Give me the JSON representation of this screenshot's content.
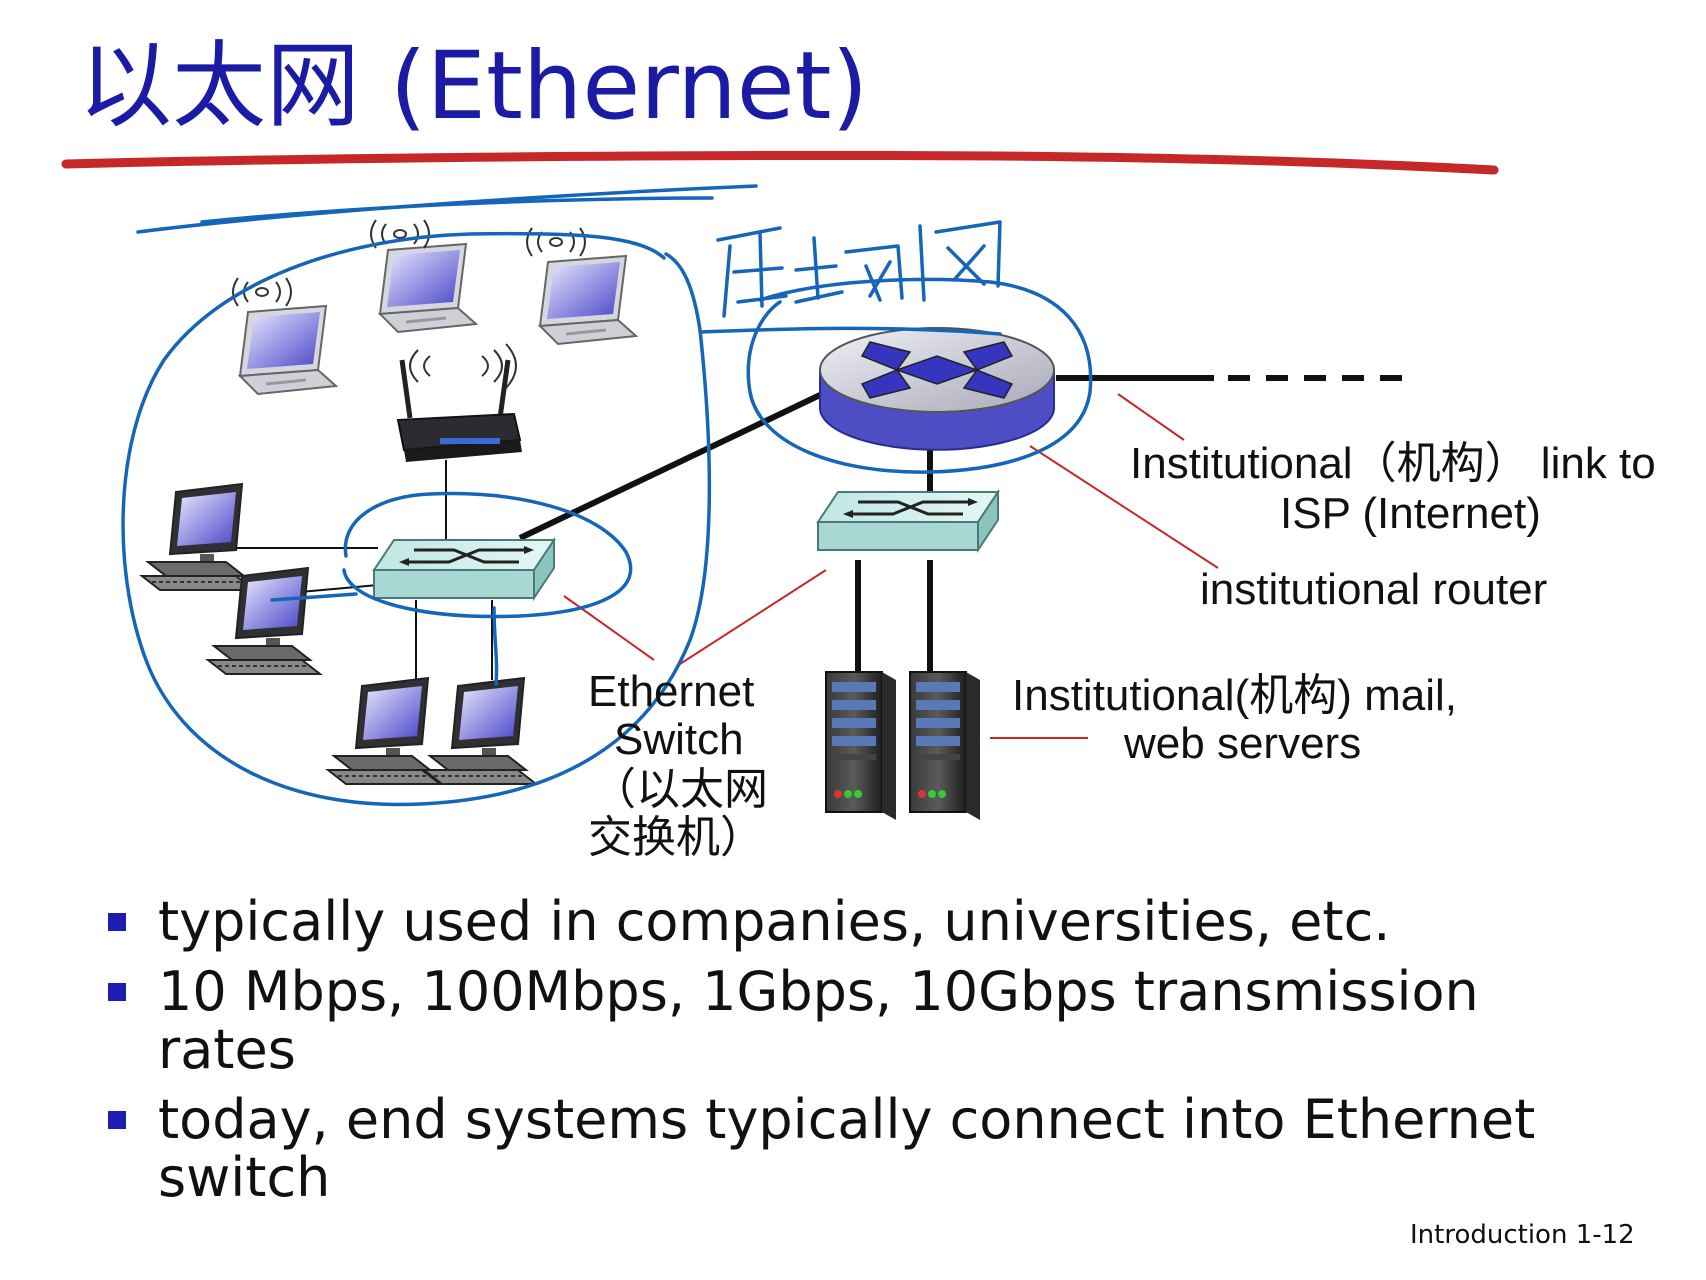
{
  "title": "以太网 (Ethernet)",
  "annotations": {
    "handwritten_label": "局域网"
  },
  "labels": {
    "isp_link_line1": "Institutional（机构） link to",
    "isp_link_line2": "ISP (Internet)",
    "router": "institutional router",
    "switch_line1": "Ethernet",
    "switch_line2": "Switch",
    "switch_line3": "（以太网",
    "switch_line4": "交换机）",
    "servers_line1": "Institutional(机构) mail,",
    "servers_line2": "web servers"
  },
  "bullets": [
    "typically used in companies, universities, etc.",
    "10 Mbps, 100Mbps, 1Gbps, 10Gbps transmission rates",
    "today, end systems typically connect into Ethernet switch"
  ],
  "footer": "Introduction 1-12",
  "colors": {
    "title": "#1b1ba6",
    "ink": "#1565b8",
    "underline": "#c62828",
    "callout": "#c62828",
    "router": "#5a5ac8",
    "switch": "#c9ece8"
  },
  "icons": [
    "laptop-icon",
    "wireless-router-icon",
    "desktop-computer-icon",
    "ethernet-switch-icon",
    "institutional-router-icon",
    "server-icon"
  ]
}
